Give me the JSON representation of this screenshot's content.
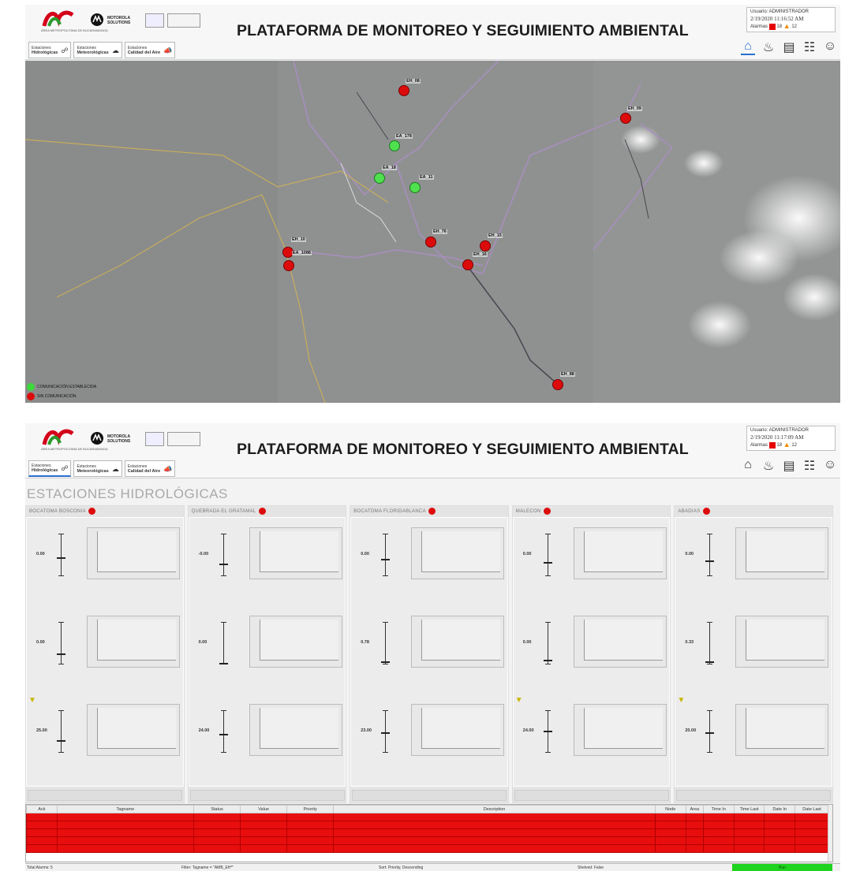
{
  "header": {
    "title": "PLATAFORMA DE MONITOREO Y SEGUIMIENTO AMBIENTAL",
    "logo_amva_text": "ÁREA METROPOLITANA DE BUCARAMANGA",
    "logo_moto_text": "MOTOROLA SOLUTIONS",
    "nav": [
      {
        "line1": "Estaciones",
        "line2": "Hidrológicas",
        "icon": "network-icon"
      },
      {
        "line1": "Estaciones",
        "line2": "Meteorológicas",
        "icon": "weather-icon"
      },
      {
        "line1": "Estaciones",
        "line2": "Calidad del Aire",
        "icon": "megaphone-icon"
      }
    ]
  },
  "screen1": {
    "user_label": "Usuario: ADMINISTRADOR",
    "datetime": "2/19/2020   11:16:52 AM",
    "alarms_label": "Alarmas",
    "alarms_critical": "18",
    "alarms_warning": "12"
  },
  "screen2": {
    "user_label": "Usuario: ADMINISTRADOR",
    "datetime": "2/19/2020   11:17:09 AM",
    "alarms_label": "Alarmas",
    "alarms_critical": "18",
    "alarms_warning": "12"
  },
  "map": {
    "stations": [
      {
        "id": "EH_08",
        "state": "red"
      },
      {
        "id": "EH_09",
        "state": "red"
      },
      {
        "id": "EA_178",
        "state": "green"
      },
      {
        "id": "EA_18",
        "state": "green"
      },
      {
        "id": "EA_11",
        "state": "green"
      },
      {
        "id": "EH_76",
        "state": "red"
      },
      {
        "id": "EH_15",
        "state": "red"
      },
      {
        "id": "EH_16",
        "state": "red"
      },
      {
        "id": "EH_10",
        "state": "red"
      },
      {
        "id": "EA_1088",
        "state": "red"
      },
      {
        "id": "EH_88",
        "state": "red"
      }
    ],
    "legend": [
      {
        "label": "COMUNICACIÓN ESTABLECIDA",
        "color": "#3bd93b"
      },
      {
        "label": "SIN COMUNICACIÓN",
        "color": "#dd0c0c"
      }
    ]
  },
  "hydro": {
    "section_title": "ESTACIONES HIDROLÓGICAS",
    "stations": [
      {
        "name": "BOCATOMA BOSCONIA",
        "values": [
          "0.00",
          "0.00",
          "25.00"
        ],
        "warn": [
          false,
          false,
          true
        ]
      },
      {
        "name": "QUEBRADA EL GRATAMAL",
        "values": [
          "-0.00",
          "0.00",
          "24.00"
        ],
        "warn": [
          false,
          false,
          false
        ]
      },
      {
        "name": "BOCATOMA FLORIDABLANCA",
        "values": [
          "0.00",
          "0.78",
          "23.00"
        ],
        "warn": [
          false,
          false,
          false
        ]
      },
      {
        "name": "MALECON",
        "values": [
          "0.00",
          "0.00",
          "24.00"
        ],
        "warn": [
          false,
          false,
          true
        ]
      },
      {
        "name": "ABADIAS",
        "values": [
          "0.00",
          "0.33",
          "20.00"
        ],
        "warn": [
          false,
          false,
          true
        ]
      }
    ]
  },
  "alarms": {
    "columns": [
      "Ack",
      "Tagname",
      "Status",
      "Value",
      "Priority",
      "Description",
      "Node",
      "Area",
      "Time In",
      "Time Last",
      "Date In",
      "Date Last"
    ],
    "row_count": 5
  },
  "status_bar": {
    "total": "Total Alarms: 5",
    "filter": "Filter: Tagname = \"AMB_EH*\"",
    "sort": "Sort: Priority, Descending",
    "shelved": "Shelved: False",
    "run": "Run"
  }
}
